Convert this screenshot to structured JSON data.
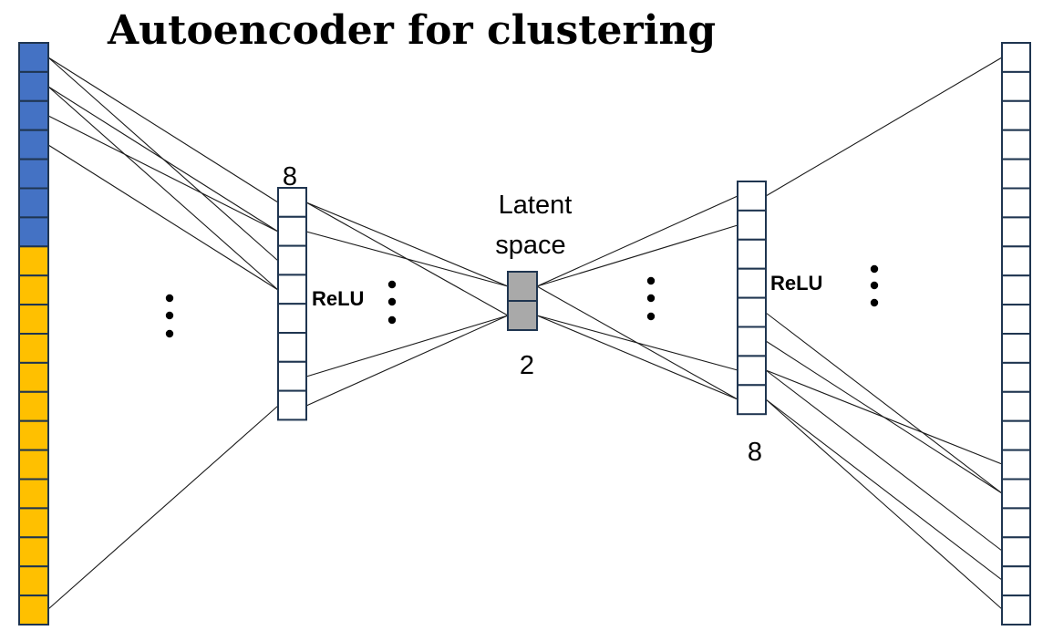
{
  "title": "Autoencoder for clustering",
  "colors": {
    "input_blue": "#4472c4",
    "input_yellow": "#ffc000",
    "latent_gray": "#a9a9a9",
    "empty": "#ffffff",
    "border": "#1f3550"
  },
  "layers": {
    "input": {
      "cells": 20,
      "blue_cells": 7,
      "yellow_cells": 13
    },
    "encoder_hidden": {
      "size_label": "8",
      "cells": 8,
      "activation": "ReLU"
    },
    "latent": {
      "label_line1": "Latent",
      "label_line2": "space",
      "size_label": "2",
      "cells": 2
    },
    "decoder_hidden": {
      "size_label": "8",
      "cells": 8,
      "activation": "ReLU"
    },
    "output": {
      "cells": 20
    }
  },
  "ellipsis": "⋮"
}
